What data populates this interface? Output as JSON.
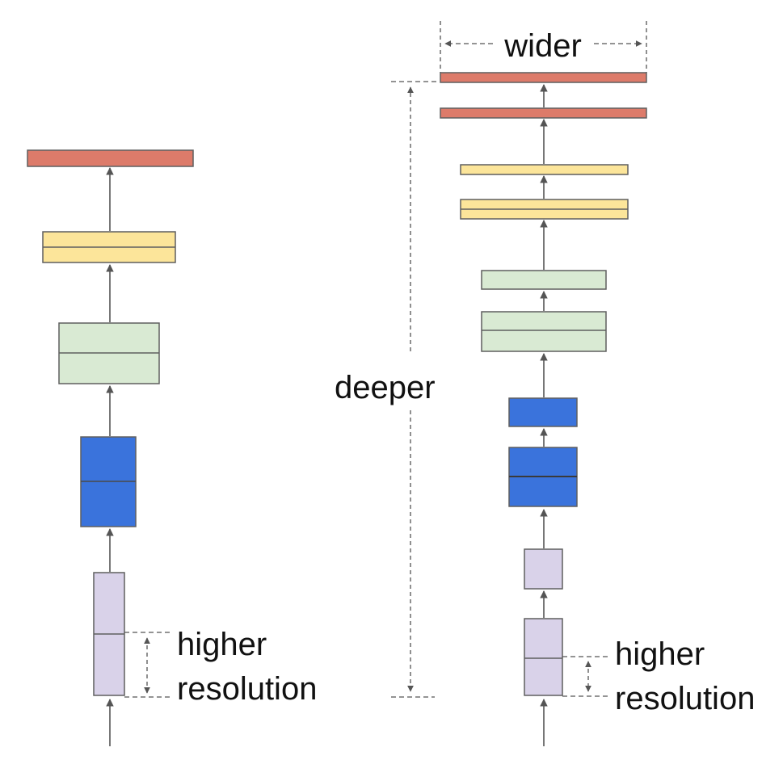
{
  "labels": {
    "wider": "wider",
    "deeper": "deeper",
    "left_res_line1": "higher",
    "left_res_line2": "resolution",
    "right_res_line1": "higher",
    "right_res_line2": "resolution"
  },
  "colors": {
    "red": "#dd7b6a",
    "yellow": "#fce59a",
    "light_green": "#d9ead3",
    "blue": "#3a73dc",
    "lavender": "#d9d2e9",
    "stroke": "#5f5f5f",
    "arrow": "#555555"
  }
}
